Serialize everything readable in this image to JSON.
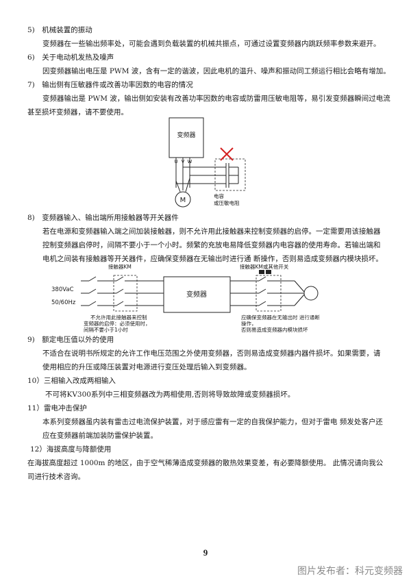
{
  "sections": {
    "s5": {
      "heading": "5)　机械装置的振动",
      "body": "变频器在一些输出频率处，可能会遇到负载装置的机械共振点，可通过设置变频器内跳跃频率参数来避开。"
    },
    "s6": {
      "heading": "6)　关于电动机发热及噪声",
      "body": "因变频器输出电压是 PWM 波，含有一定的谐波，因此电机的温升、噪声和振动同工频运行相比会略有增加。"
    },
    "s7": {
      "heading": "7)　输出侧有压敏器件或改善功率因数的电容的情况",
      "line1": "变频器输出是 PWM 波，输出侧如安装有改善功率因数的电容或防雷用压敏电阻等，易引发变频器瞬间过电流",
      "line2": "甚至损坏变频器，请不要使用。"
    },
    "fig1": {
      "inverter": "变频器",
      "u": "U",
      "v": "V",
      "w": "W",
      "motor": "M",
      "cap_line1": "电容",
      "cap_line2": "或压敏电阻"
    },
    "s8": {
      "heading": "8)　变频器输入、输出端所用接触器等开关器件",
      "body": "若在电源和变频器输入端之间加装接触器，则不允许用此接触器来控制变频器的启停。一定需要用该接触器控制变频器启停时，间隔不要小于一个小时。频繁的充放电易降低变频器内电容器的使用寿命。若输出端和电机之间装有接触器等开关器件，应确保变频器在无输出时进行通 断操作，否则易造成变频器内模块损坏。"
    },
    "fig2": {
      "contactor_label": "接触器KM",
      "output_label": "接触器KM或其他开关",
      "inverter": "变频器",
      "voltage": "380VaC",
      "freq": "50/60Hz",
      "note1_1": "不允许用此接触器来控制",
      "note1_2": "变频器的启停：必须使用时，",
      "note1_3": "间隔不要小于1小时",
      "note2_1": "应确保变频器在无输出时 进行通断",
      "note2_2": "操作，",
      "note2_3": "否则易造成变频器内模块损坏"
    },
    "s9": {
      "heading": "9)　额定电压值以外的使用",
      "body": "不适合在说明书所规定的允许工作电压范围之外使用变频器，否则易造成变频器内器件损坏。如果需要，请使用相应的升压或降压装置对电源进行变压处理后输入到变频器。"
    },
    "s10": {
      "heading": "10）三相输入改成两相输入",
      "body": "不可将KV300系列中三相变频器改为两相使用,否则将导致故障或变频器损坏。"
    },
    "s11": {
      "heading": "11）雷电冲击保护",
      "body": "本系列变频器虽内装有雷击过电流保护装置，对于感应雷有一定的自我保护能力，但对于雷电 频发处客户还应在变频器前端加装防雷保护装置。"
    },
    "s12": {
      "heading": "12）海拔高度与降额使用",
      "body": "在海拔高度超过 1000m 的地区，由于空气稀薄造成变频器的散热效果变差，有必要降额使用。 此情况请向我公司进行技术咨询。"
    }
  },
  "footer": {
    "page_number": "9",
    "credit": "图片发布者：科元变频器"
  }
}
